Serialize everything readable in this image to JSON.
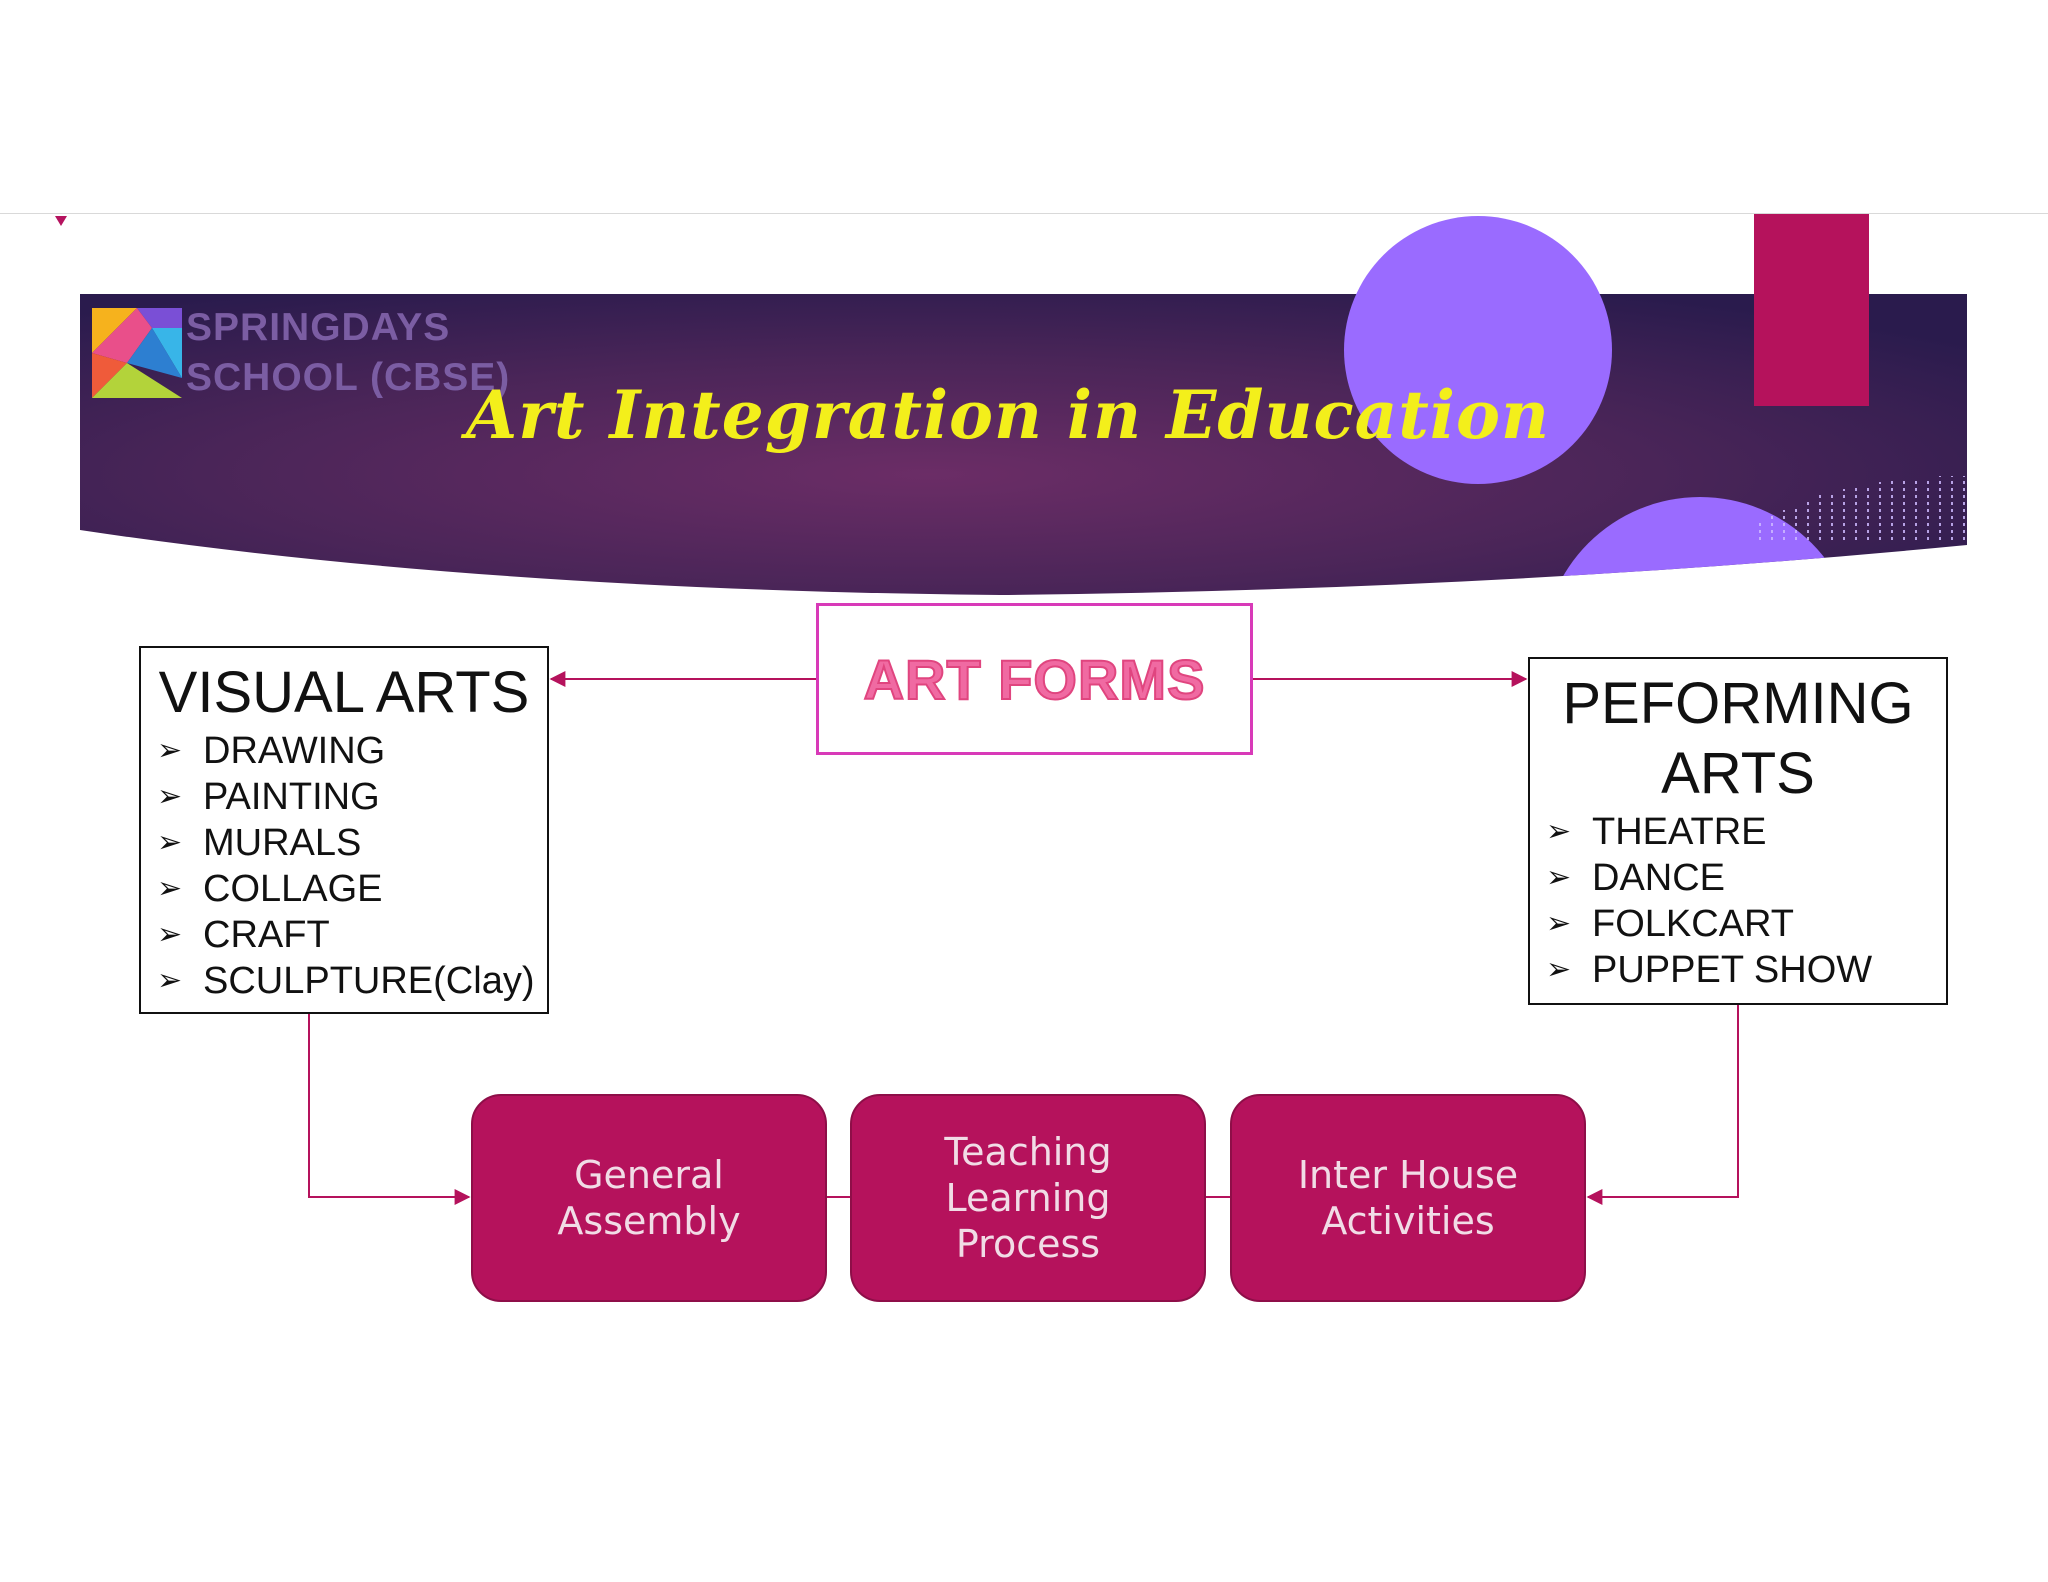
{
  "header": {
    "school_line1": "SPRINGDAYS",
    "school_line2": "SCHOOL (CBSE)",
    "title": "Art Integration in Education"
  },
  "center_node": {
    "label": "ART FORMS"
  },
  "visual_arts": {
    "title": "VISUAL ARTS",
    "items": [
      "DRAWING",
      "PAINTING",
      "MURALS",
      "COLLAGE",
      "CRAFT",
      "SCULPTURE(Clay)"
    ]
  },
  "performing_arts": {
    "title_line1": "PEFORMING",
    "title_line2": "ARTS",
    "items": [
      "THEATRE",
      "DANCE",
      "FOLKCART",
      "PUPPET SHOW"
    ]
  },
  "process": [
    {
      "lines": [
        "General",
        "Assembly"
      ]
    },
    {
      "lines": [
        "Teaching",
        "Learning",
        "Process"
      ]
    },
    {
      "lines": [
        "Inter House",
        "Activities"
      ]
    }
  ],
  "colors": {
    "banner_dark": "#2e1c4f",
    "banner_mid": "#6b2d66",
    "accent_magenta": "#b5125c",
    "circle_violet": "#9a6bff",
    "title_yellow": "#f3ef1b",
    "artforms_pink": "#f06aa2"
  },
  "icons": {
    "bullet": "arrowhead-bullet-icon",
    "logo": "tangram-logo-icon"
  }
}
